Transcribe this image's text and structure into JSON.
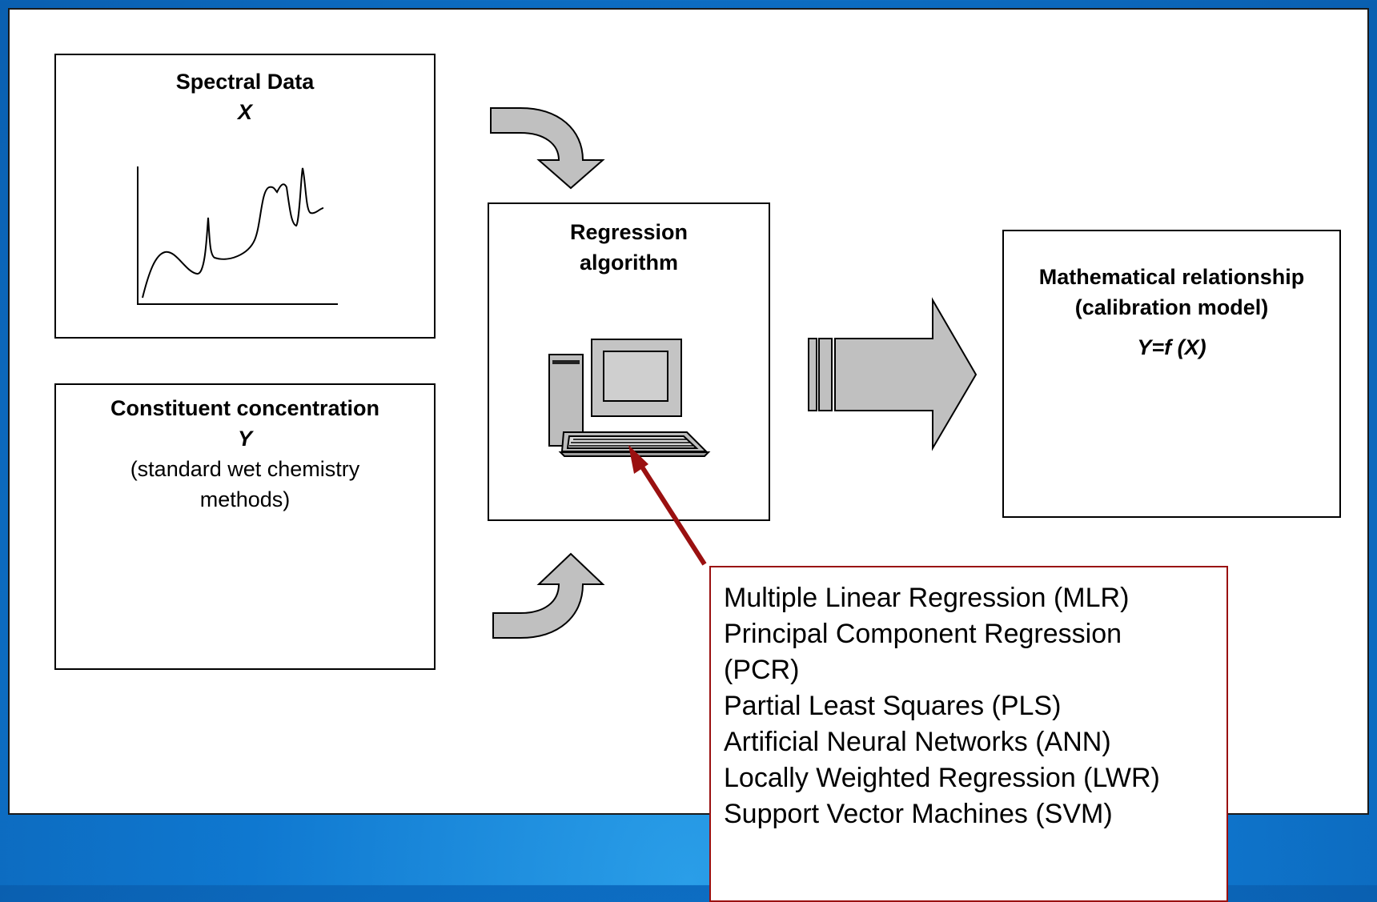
{
  "spectral": {
    "title": "Spectral Data",
    "symbol": "X"
  },
  "constituent": {
    "title": "Constituent concentration",
    "symbol": "Y",
    "note_line1": "(standard wet chemistry",
    "note_line2": "methods)"
  },
  "regression": {
    "line1": "Regression",
    "line2": "algorithm"
  },
  "model": {
    "line1": "Mathematical relationship",
    "line2": "(calibration model)",
    "equation": "Y=f (X)"
  },
  "methods": [
    "Multiple Linear Regression (MLR)",
    "Principal Component Regression",
    "(PCR)",
    "Partial Least Squares (PLS)",
    "Artificial Neural Networks (ANN)",
    "Locally Weighted Regression (LWR)",
    "Support Vector Machines (SVM)"
  ],
  "colors": {
    "background": "#0f78d0",
    "arrow_fill": "#c0c0c0",
    "pointer_arrow": "#9a1010"
  },
  "icons": {
    "curved_arrow_top": "curved-arrow-down-icon",
    "curved_arrow_bottom": "curved-arrow-up-icon",
    "big_arrow": "right-arrow-icon",
    "computer": "computer-icon",
    "spectrum_plot": "spectrum-plot-icon"
  }
}
